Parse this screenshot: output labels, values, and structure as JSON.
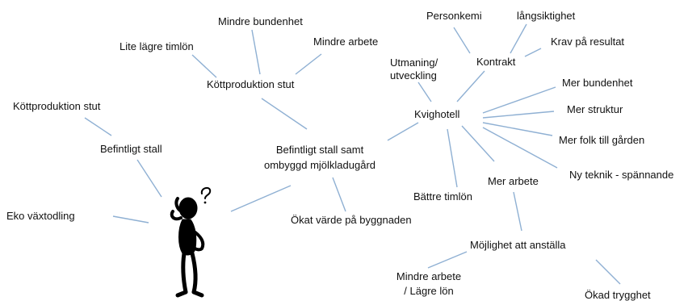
{
  "line_color": "#8fb0d3",
  "text_color": "#111111",
  "figure_icon": "thinking-person-icon",
  "mindmap": {
    "labels": {
      "mindre_bundenhet": "Mindre bundenhet",
      "lite_lagre_timlon": "Lite lägre timlön",
      "mindre_arbete_top": "Mindre arbete",
      "kottproduktion_stut_mid": "Köttproduktion stut",
      "kottproduktion_stut_left": "Köttproduktion stut",
      "befintligt_stall": "Befintligt stall",
      "befintligt_ombyggd_1": "Befintligt stall samt",
      "befintligt_ombyggd_2": "ombyggd mjölkladugård",
      "eko_vaxtodling": "Eko växtodling",
      "okat_varde": "Ökat värde på byggnaden",
      "personkemi": "Personkemi",
      "langsiktighet": "långsiktighet",
      "krav_pa_resultat": "Krav på resultat",
      "kontrakt": "Kontrakt",
      "utmaning_1": "Utmaning/",
      "utmaning_2": "utveckling",
      "kvighotell": "Kvighotell",
      "mer_bundenhet": "Mer bundenhet",
      "mer_struktur": "Mer struktur",
      "mer_folk": "Mer folk till gården",
      "ny_teknik": "Ny teknik - spännande",
      "mer_arbete": "Mer arbete",
      "battre_timlon": "Bättre timlön",
      "mojlighet_anstalla": "Möjlighet att anställa",
      "mindre_arbete_lagre_1": "Mindre arbete",
      "mindre_arbete_lagre_2": "/ Lägre lön",
      "okad_trygghet": "Ökad trygghet"
    }
  }
}
